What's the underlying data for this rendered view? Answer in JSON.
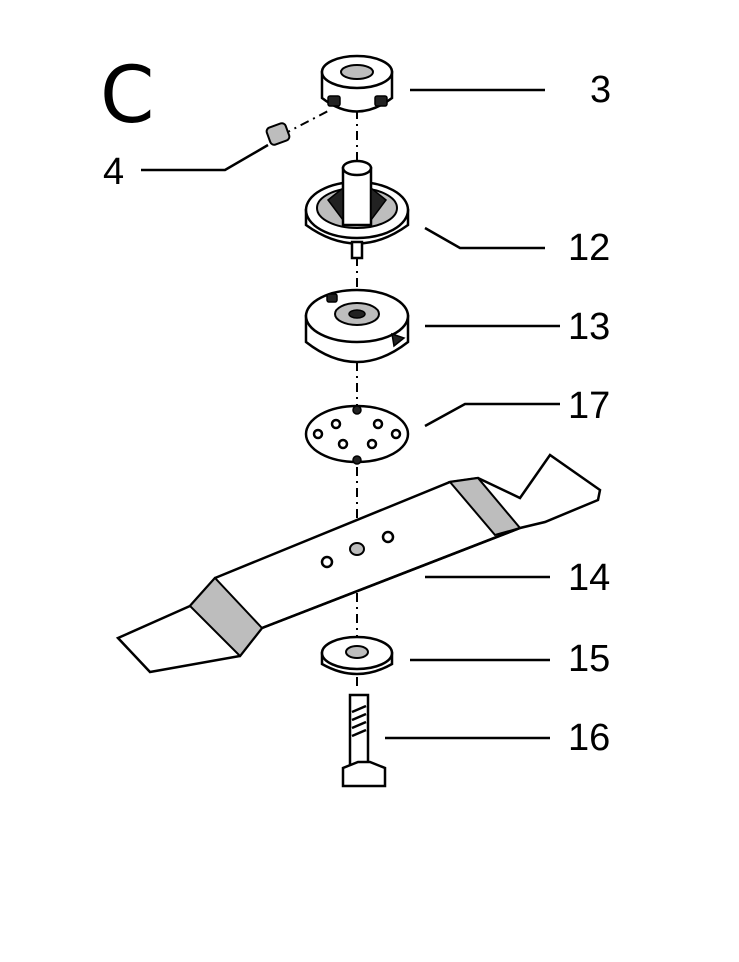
{
  "section_letter": "C",
  "callouts": [
    {
      "id": "3",
      "label": "3"
    },
    {
      "id": "4",
      "label": "4"
    },
    {
      "id": "12",
      "label": "12"
    },
    {
      "id": "13",
      "label": "13"
    },
    {
      "id": "17",
      "label": "17"
    },
    {
      "id": "14",
      "label": "14"
    },
    {
      "id": "15",
      "label": "15"
    },
    {
      "id": "16",
      "label": "16"
    }
  ]
}
